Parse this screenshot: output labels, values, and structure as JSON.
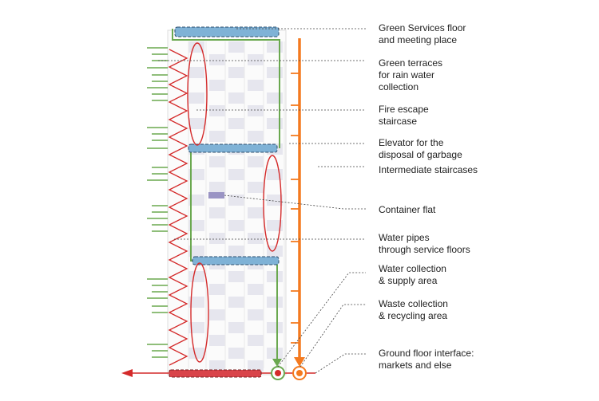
{
  "labels": [
    {
      "id": "green-services",
      "text": "Green Services floor\nand meeting place"
    },
    {
      "id": "green-terraces",
      "text": "Green terraces\nfor rain water\ncollection"
    },
    {
      "id": "fire-escape",
      "text": "Fire escape\nstaircase"
    },
    {
      "id": "elevator",
      "text": "Elevator for the\ndisposal of garbage"
    },
    {
      "id": "intermediate-staircases",
      "text": "Intermediate staircases"
    },
    {
      "id": "container-flat",
      "text": "Container flat"
    },
    {
      "id": "water-pipes",
      "text": "Water pipes\nthrough service floors"
    },
    {
      "id": "water-collection",
      "text": "Water collection\n& supply area"
    },
    {
      "id": "waste-collection",
      "text": "Waste collection\n& recycling area"
    },
    {
      "id": "ground-floor",
      "text": "Ground floor interface:\nmarkets and else"
    }
  ],
  "colors": {
    "fire_escape": "#d42a2a",
    "water_pipe": "#f47a20",
    "green": "#6aa84f",
    "service_floor": "#7fb2d6",
    "ground_band": "#d9444a",
    "flat_grid": "#e6e6ee",
    "container_flat": "#9a94c4",
    "leader": "#444444"
  }
}
